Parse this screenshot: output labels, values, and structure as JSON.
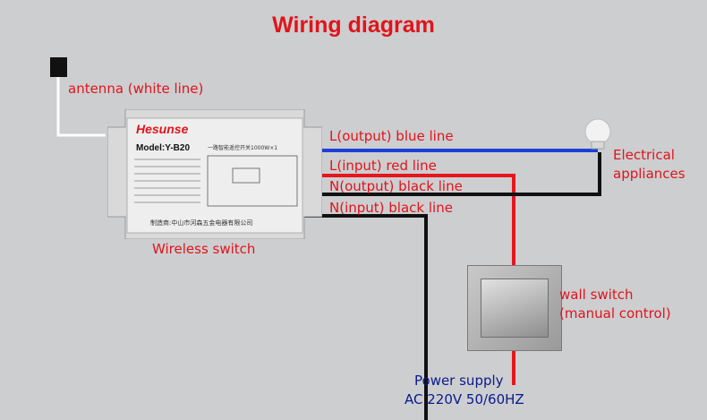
{
  "title": "Wiring diagram",
  "labels": {
    "antenna": "antenna (white line)",
    "l_output": "L(output) blue line",
    "l_input": "L(input) red line",
    "n_output": "N(output) black line",
    "n_input": "N(input) black line",
    "electrical_line1": "Electrical",
    "electrical_line2": "appliances",
    "wireless_switch": "Wireless switch",
    "wall_switch_line1": "wall switch",
    "wall_switch_line2": "(manual control)",
    "power_line1": "Power supply",
    "power_line2": "AC 220V 50/60HZ"
  },
  "device": {
    "brand": "Hesunse",
    "model": "Model:Y-B20",
    "sub_label": "一路智能遥控开关1000W×1",
    "footer": "制造商:中山市河森五金电器有限公司"
  },
  "colors": {
    "title": "#e0141b",
    "blue_wire": "#1d3fd6",
    "red_wire": "#e6161d",
    "black_wire": "#111111",
    "antenna_wire": "#ffffff"
  }
}
